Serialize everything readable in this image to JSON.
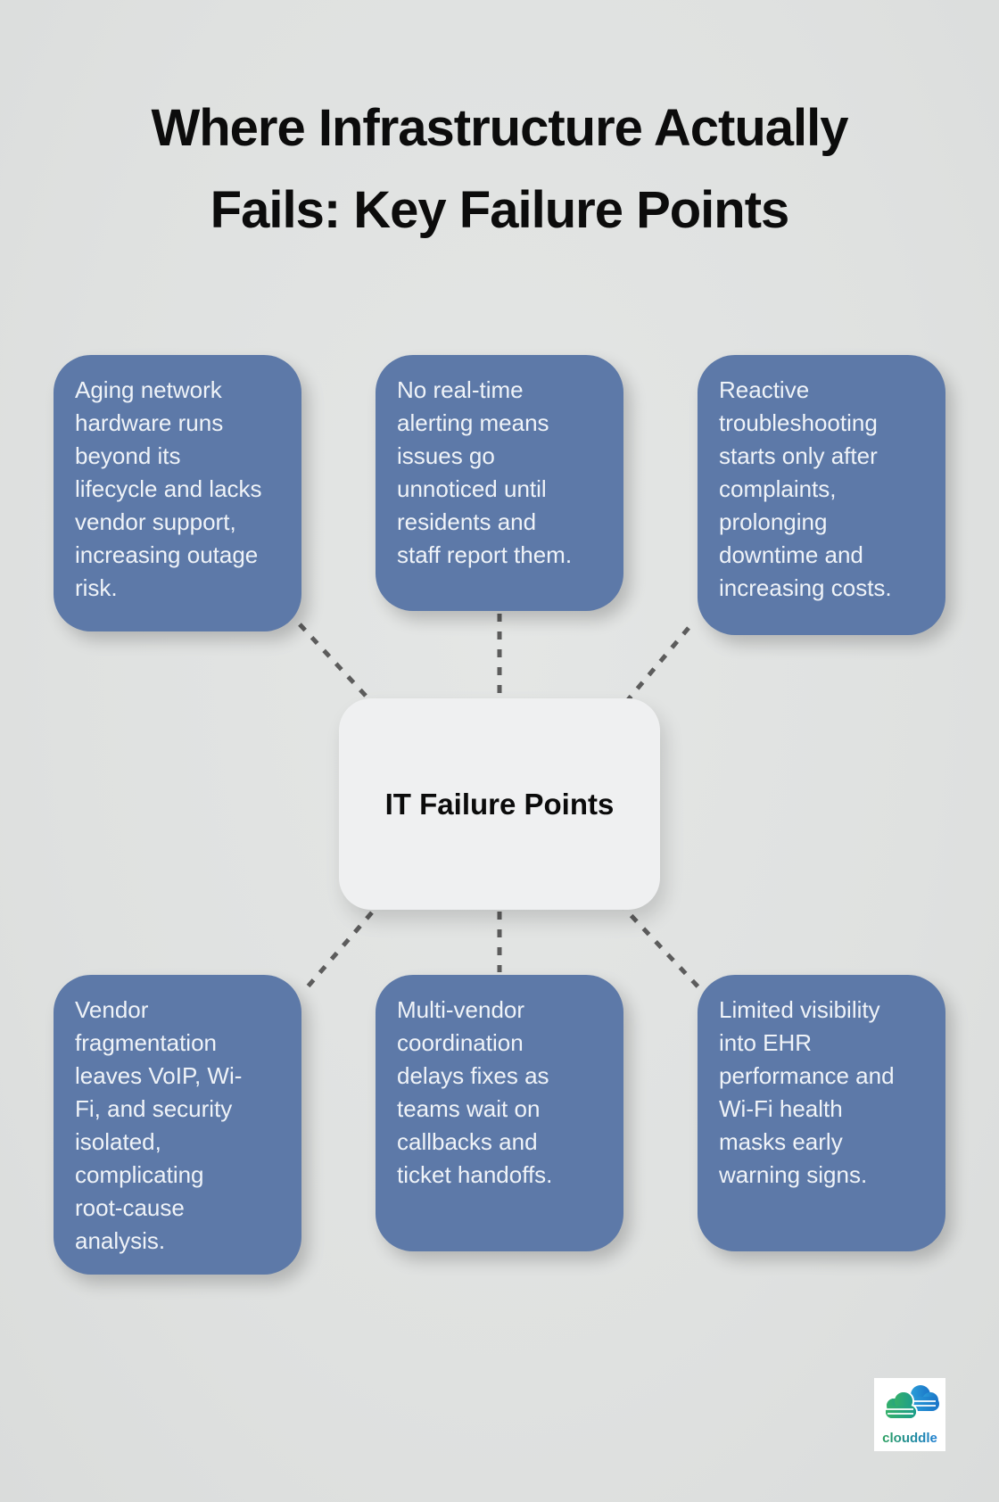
{
  "title": {
    "lines": [
      "Where Infrastructure Actually",
      "Fails: Key Failure Points"
    ]
  },
  "center": {
    "label": "IT Failure Points"
  },
  "nodes": [
    {
      "id": "aging-hardware",
      "lines": [
        "Aging network",
        "hardware runs",
        "beyond its",
        "lifecycle and lacks",
        "vendor support,",
        "increasing outage",
        "risk."
      ]
    },
    {
      "id": "no-alerting",
      "lines": [
        "No real-time",
        "alerting means",
        "issues go",
        "unnoticed until",
        "residents and",
        "staff report them."
      ]
    },
    {
      "id": "reactive-troubleshooting",
      "lines": [
        "Reactive",
        "troubleshooting",
        "starts only after",
        "complaints,",
        "prolonging",
        "downtime and",
        "increasing costs."
      ]
    },
    {
      "id": "vendor-fragmentation",
      "lines": [
        "Vendor",
        "fragmentation",
        "leaves VoIP, Wi-",
        "Fi, and security",
        "isolated,",
        "complicating",
        "root-cause",
        "analysis."
      ]
    },
    {
      "id": "multi-vendor-coordination",
      "lines": [
        "Multi-vendor",
        "coordination",
        "delays fixes as",
        "teams wait on",
        "callbacks and",
        "ticket handoffs."
      ]
    },
    {
      "id": "limited-visibility",
      "lines": [
        "Limited visibility",
        "into EHR",
        "performance and",
        "Wi-Fi health",
        "masks early",
        "warning signs."
      ]
    }
  ],
  "logo": {
    "brand": "clouddle"
  },
  "colors": {
    "background": "#dfe1e0",
    "node_fill": "#5d79a8",
    "node_text": "#eff3f8",
    "center_fill": "#eff0f1",
    "center_text": "#0b0b0b",
    "connector_color": "#5c5c5c",
    "title_color": "#0c0c0c",
    "logo_green": "#2ba05f",
    "logo_blue": "#1e7ed2"
  }
}
